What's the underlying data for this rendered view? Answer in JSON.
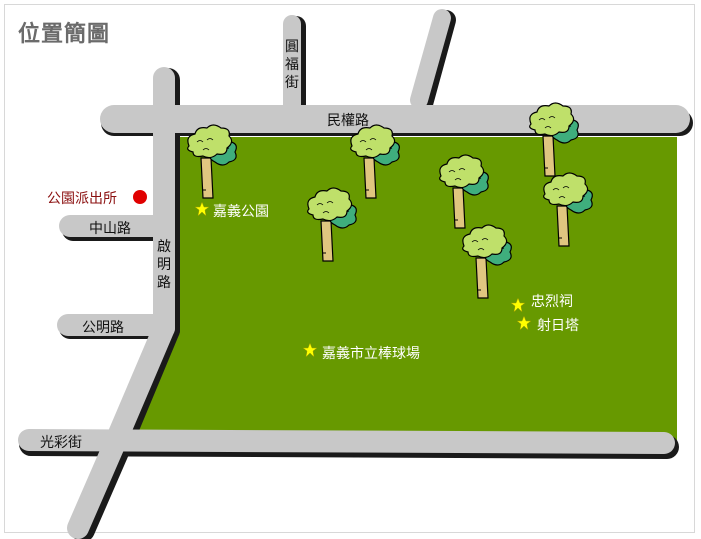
{
  "title": "位置簡圖",
  "roads": {
    "minquan": "民權路",
    "yuanfu": "圓福街",
    "zhongshan": "中山路",
    "qiming": "啟明路",
    "gongming": "公明路",
    "guangcai": "光彩街"
  },
  "police_station": {
    "label": "公園派出所",
    "color": "#e00000"
  },
  "landmarks": {
    "park": "嘉義公園",
    "shrine": "忠烈祠",
    "tower": "射日塔",
    "stadium": "嘉義市立棒球場"
  },
  "colors": {
    "park_green": "#679900",
    "road_gray": "#c8c8c8",
    "road_shadow": "#1a1a1a",
    "star": "#ffff00"
  },
  "icons": {
    "tree": "tree-icon",
    "star": "star-icon",
    "dot": "police-dot-icon"
  }
}
